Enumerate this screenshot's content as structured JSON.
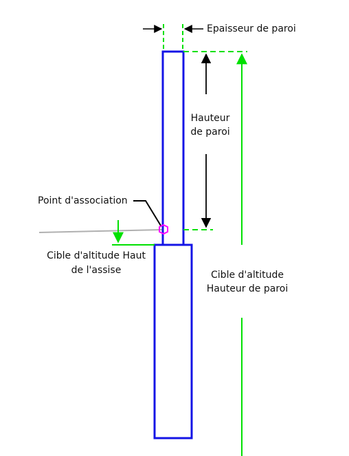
{
  "labels": {
    "wall_thickness": "Epaisseur de paroi",
    "wall_height_line1": "Hauteur",
    "wall_height_line2": "de paroi",
    "attachment_point": "Point d'association",
    "footing_top_target_line1": "Cible d'altitude Haut",
    "footing_top_target_line2": "de l'assise",
    "wall_height_target_line1": "Cible d'altitude",
    "wall_height_target_line2": "Hauteur de paroi"
  },
  "colors": {
    "wall": "#1414e6",
    "dimension_green": "#00e000",
    "arrow": "#000000",
    "attachment_marker": "#ff00ff",
    "reference_line": "#b0b0b0",
    "text": "#111111"
  }
}
